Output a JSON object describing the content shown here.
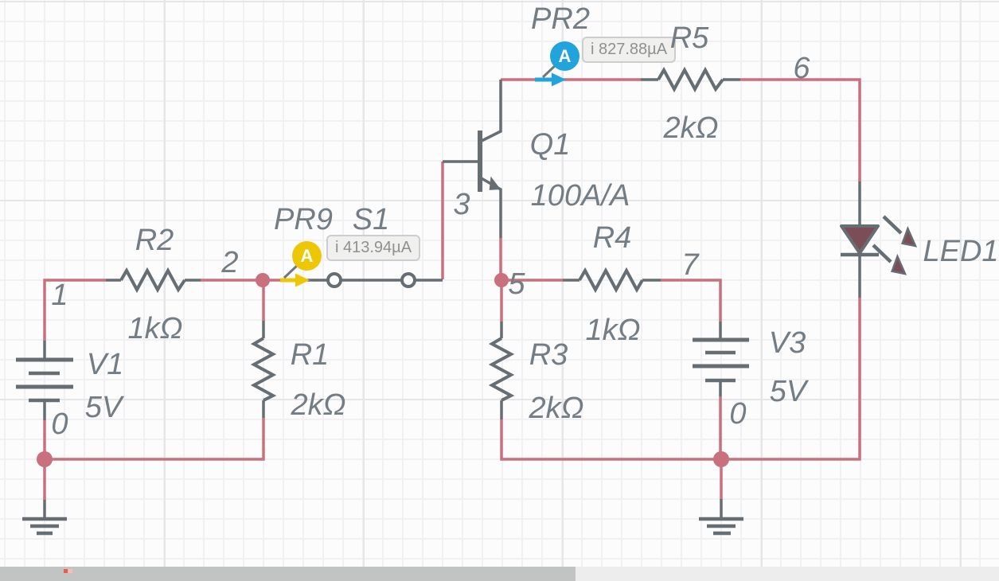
{
  "colors": {
    "wire": "#c8707d",
    "component": "#666d73",
    "text": "#747c84",
    "probe_blue": "#21a3dc",
    "probe_yellow": "#eec704",
    "led_fill": "#7b4e57"
  },
  "probes": {
    "pr2": {
      "label": "PR2",
      "badge": "A",
      "reading": "i 827.88µA"
    },
    "pr9": {
      "label": "PR9",
      "badge": "A",
      "reading": "i 413.94µA"
    }
  },
  "components": {
    "v1": {
      "ref": "V1",
      "value": "5V"
    },
    "v3": {
      "ref": "V3",
      "value": "5V"
    },
    "r1": {
      "ref": "R1",
      "value": "2kΩ"
    },
    "r2": {
      "ref": "R2",
      "value": "1kΩ"
    },
    "r3": {
      "ref": "R3",
      "value": "2kΩ"
    },
    "r4": {
      "ref": "R4",
      "value": "1kΩ"
    },
    "r5": {
      "ref": "R5",
      "value": "2kΩ"
    },
    "q1": {
      "ref": "Q1",
      "value": "100A/A"
    },
    "s1": {
      "ref": "S1"
    },
    "led1": {
      "ref": "LED1"
    }
  },
  "nodes": {
    "n1": "1",
    "n2": "2",
    "n3": "3",
    "n5": "5",
    "n6": "6",
    "n7": "7",
    "n0Left": "0",
    "n0Right": "0"
  }
}
